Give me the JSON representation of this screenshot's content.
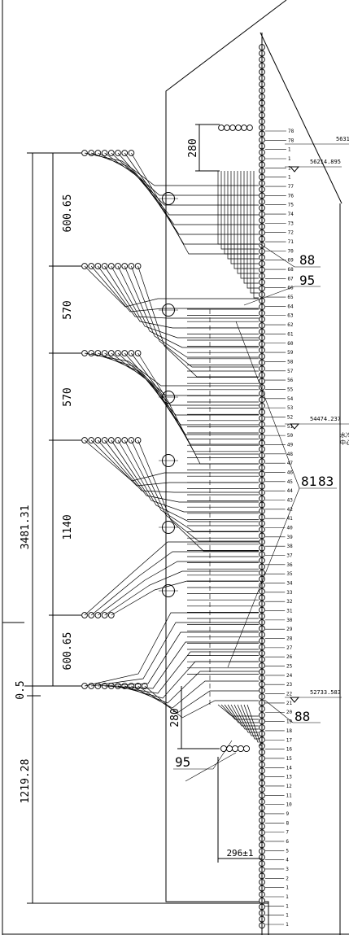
{
  "dimensions": {
    "d280_top": "280",
    "d600_upper": "600.65",
    "d570_a": "570",
    "d570_b": "570",
    "d1140": "1140",
    "d600_lower": "600.65",
    "d05": "0.5",
    "d280_bottom": "280",
    "d1219": "1219.28",
    "d3481": "3481.31",
    "d296": "296±1"
  },
  "callouts": {
    "c88_top": "88",
    "c95_top": "95",
    "c81": "81",
    "c83": "83",
    "c88_bottom": "88",
    "c95_bottom": "95"
  },
  "elevations": {
    "e_top_cut": "5631",
    "e56214": "56214.895",
    "e54474": "54474.237",
    "e52733": "52733.583"
  },
  "notes": {
    "n1": "水冷",
    "n2": "中心"
  },
  "tube_numbers": [
    "78",
    "78",
    "1",
    "1",
    "1",
    "1",
    "77",
    "76",
    "75",
    "74",
    "73",
    "72",
    "71",
    "70",
    "69",
    "68",
    "67",
    "66",
    "65",
    "64",
    "63",
    "62",
    "61",
    "60",
    "59",
    "58",
    "57",
    "56",
    "55",
    "54",
    "53",
    "52",
    "51",
    "50",
    "49",
    "48",
    "47",
    "46",
    "45",
    "44",
    "43",
    "42",
    "41",
    "40",
    "39",
    "38",
    "37",
    "36",
    "35",
    "34",
    "33",
    "32",
    "31",
    "30",
    "29",
    "28",
    "27",
    "26",
    "25",
    "24",
    "23",
    "22",
    "21",
    "20",
    "19",
    "18",
    "17",
    "16",
    "15",
    "14",
    "13",
    "12",
    "11",
    "10",
    "9",
    "8",
    "7",
    "6",
    "5",
    "4",
    "3",
    "2",
    "1",
    "1",
    "1",
    "1",
    "1"
  ]
}
